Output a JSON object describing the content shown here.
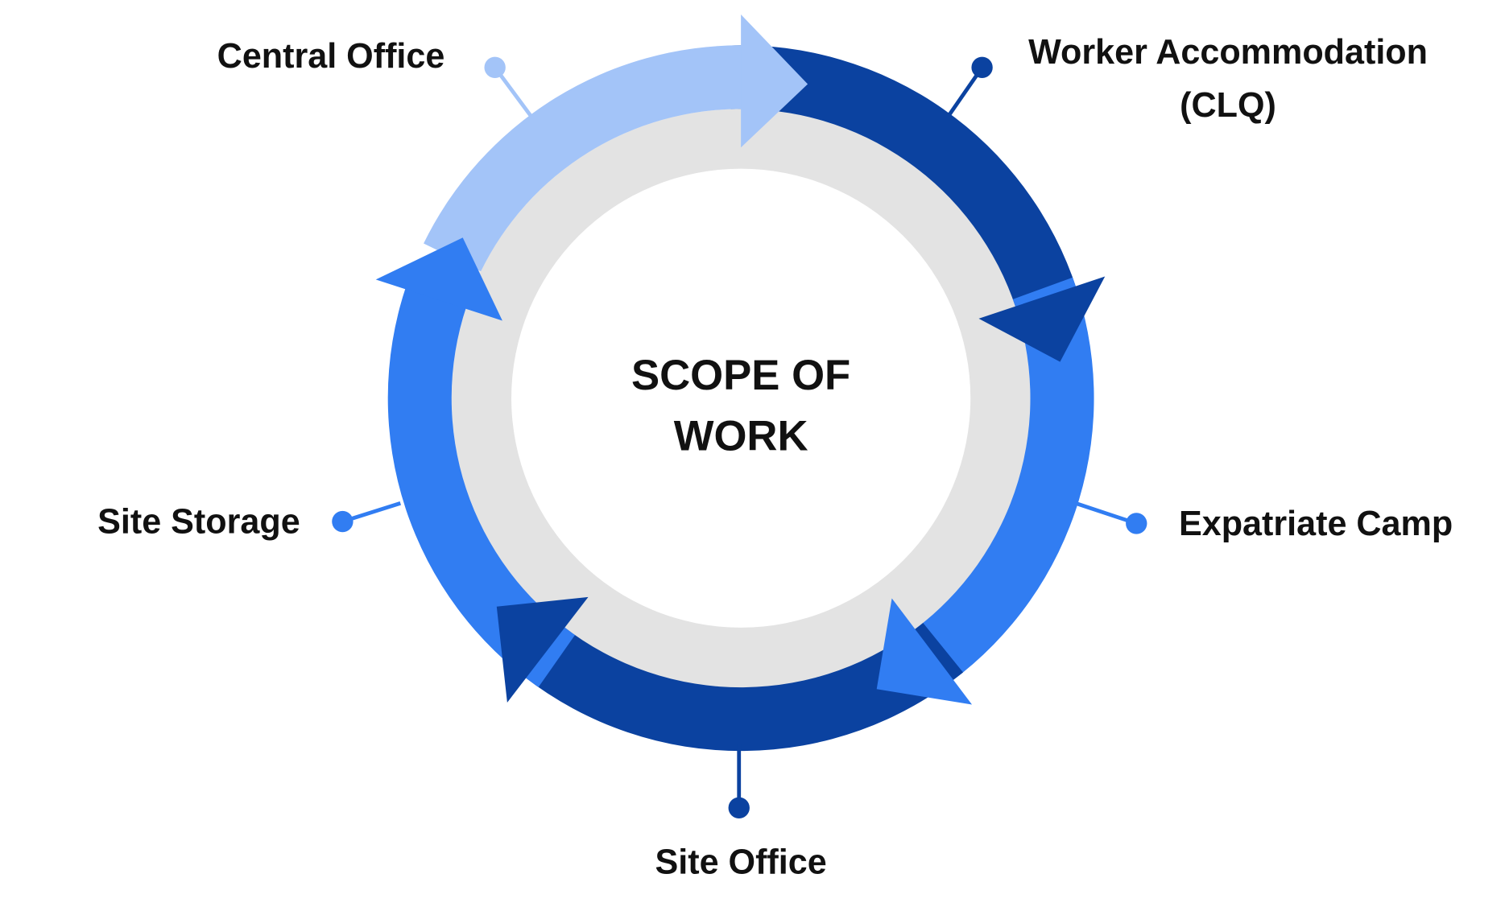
{
  "center": {
    "line1": "SCOPE OF",
    "line2": "WORK"
  },
  "labels": {
    "central_office": "Central Office",
    "worker_line1": "Worker Accommodation",
    "worker_line2": "(CLQ)",
    "expatriate_camp": "Expatriate Camp",
    "site_office": "Site Office",
    "site_storage": "Site Storage"
  },
  "colors": {
    "light_blue": "#a3c4f8",
    "dark_blue": "#0b42a0",
    "mid_blue": "#317df2",
    "ring_gray": "#e3e3e3"
  }
}
